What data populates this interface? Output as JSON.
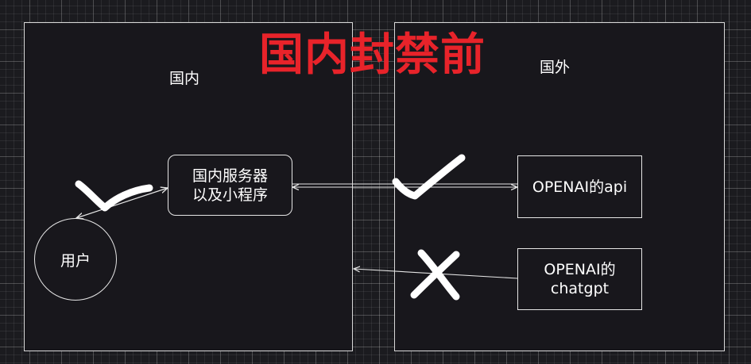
{
  "title": "国内封禁前",
  "regions": {
    "domestic": {
      "label": "国内"
    },
    "foreign": {
      "label": "国外"
    }
  },
  "nodes": {
    "server": {
      "line1": "国内服务器",
      "line2": "以及小程序"
    },
    "user": {
      "label": "用户"
    },
    "openai_api": {
      "label": "OPENAI的api"
    },
    "openai_chatgpt": {
      "line1": "OPENAI的",
      "line2": "chatgpt"
    }
  },
  "connections": [
    {
      "from": "server",
      "to": "user",
      "status": "allowed",
      "mark": "check-icon"
    },
    {
      "from": "server",
      "to": "openai_api",
      "status": "allowed",
      "mark": "check-icon"
    },
    {
      "from": "openai_chatgpt",
      "to": "domestic",
      "status": "blocked",
      "mark": "cross-icon"
    }
  ],
  "colors": {
    "background": "#1b1b1f",
    "title": "#e8232a",
    "stroke": "#e6e6e6",
    "mark": "#ffffff"
  }
}
